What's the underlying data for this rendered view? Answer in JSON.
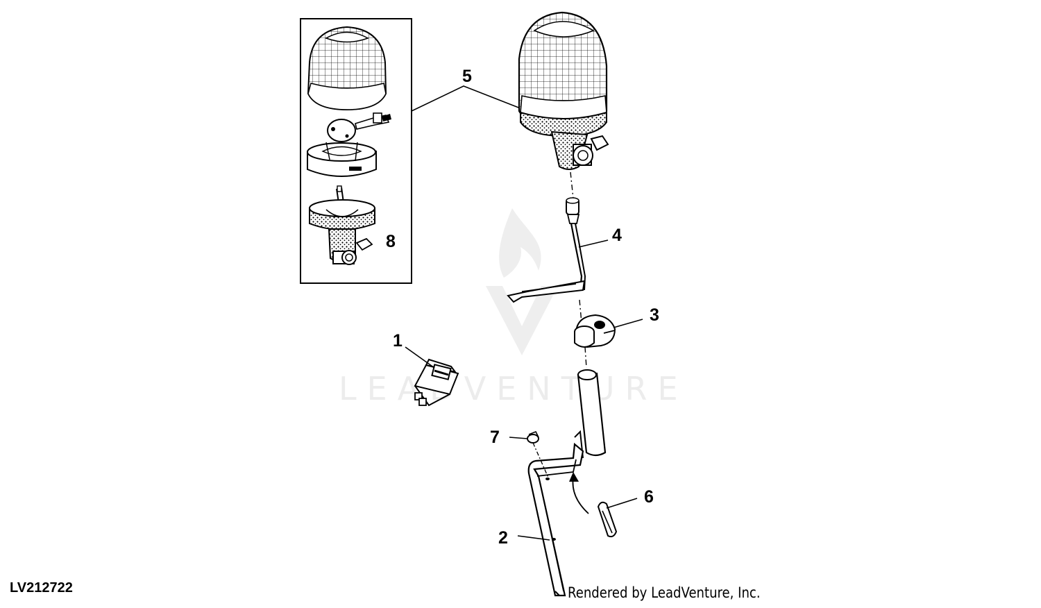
{
  "diagram": {
    "callouts": [
      {
        "id": "1",
        "label": "1"
      },
      {
        "id": "2",
        "label": "2"
      },
      {
        "id": "3",
        "label": "3"
      },
      {
        "id": "4",
        "label": "4"
      },
      {
        "id": "5",
        "label": "5"
      },
      {
        "id": "6",
        "label": "6"
      },
      {
        "id": "7",
        "label": "7"
      },
      {
        "id": "8",
        "label": "8"
      }
    ],
    "reference_code": "LV212722",
    "credit": "Rendered by LeadVenture, Inc.",
    "watermark": "LEADVENTURE"
  }
}
